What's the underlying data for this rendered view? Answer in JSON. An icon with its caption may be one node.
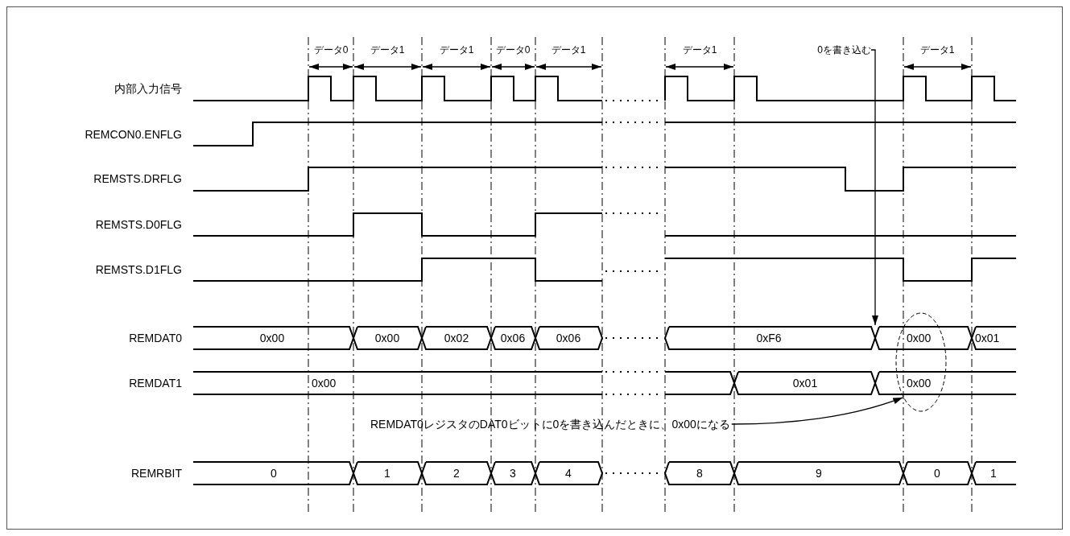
{
  "diagram": {
    "nodes": [
      {
        "text": [
          "0を書き込む"
        ]
      },
      {
        "text": [
          "REMDAT0レジスタのDAT0ビットに0を書き込んだときに、0x00になる"
        ]
      },
      {
        "text": [],
        "shape": "circle"
      }
    ],
    "edges": [
      {
        "from": 0,
        "to": null,
        "arrow": "to"
      },
      {
        "from": 1,
        "to": 2,
        "arrow": "to"
      }
    ],
    "labels": [
      "データ0",
      "データ1",
      "データ1",
      "データ0",
      "データ1",
      "データ1",
      "データ1",
      "内部入力信号",
      "REMCON0.ENFLG",
      "REMSTS.DRFLG",
      "REMSTS.D0FLG",
      "REMSTS.D1FLG",
      "REMDAT0",
      "0x00",
      "0x00",
      "0x02",
      "0x06",
      "0x06",
      "0xF6",
      "0x00",
      "0x01",
      "REMDAT1",
      "0x00",
      "0x01",
      "0x00",
      "REMRBIT",
      "0",
      "1",
      "2",
      "3",
      "4",
      "8",
      "9",
      "0",
      "1"
    ]
  }
}
